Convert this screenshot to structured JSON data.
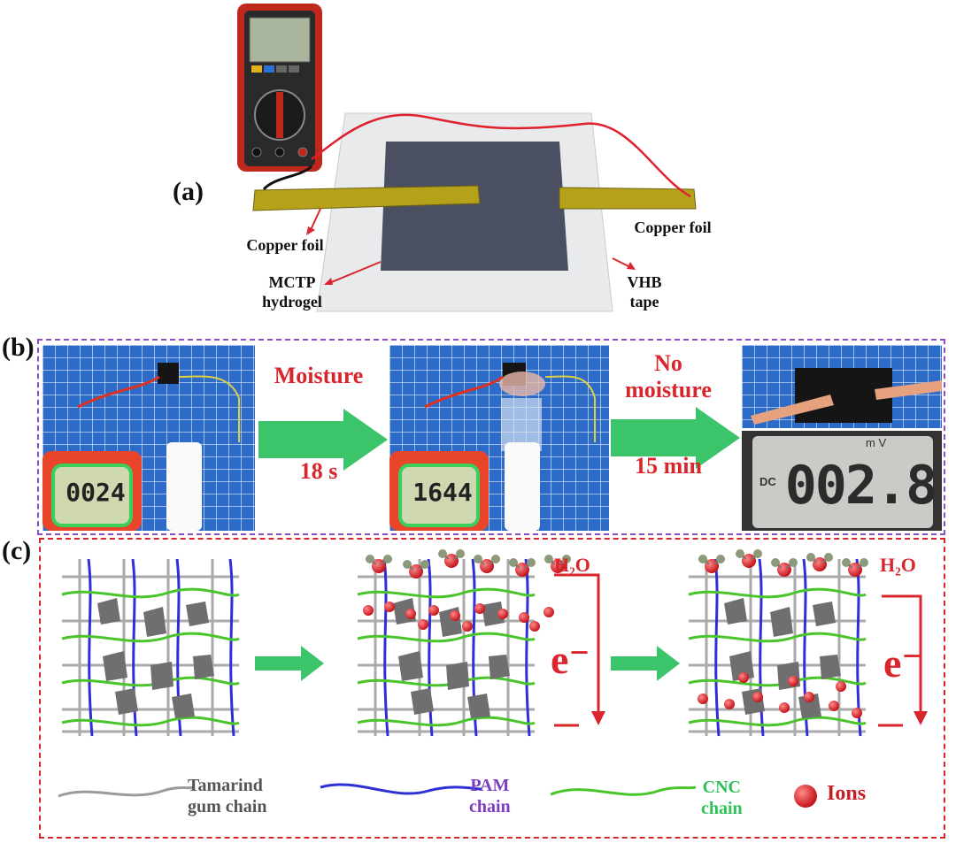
{
  "panel_a": {
    "letter": "(a)",
    "copper_foil_left": "Copper foil",
    "copper_foil_right": "Copper foil",
    "mctp_line1": "MCTP",
    "mctp_line2": "hydrogel",
    "vhb_line1": "VHB",
    "vhb_line2": "tape"
  },
  "panel_b": {
    "letter": "(b)",
    "arrow1_top": "Moisture",
    "arrow1_bottom": "18 s",
    "arrow2_top_line1": "No",
    "arrow2_top_line2": "moisture",
    "arrow2_bottom": "15 min",
    "reading1": "0024",
    "reading2": "1644",
    "reading3": "002.8",
    "lcd_unit": "m V",
    "lcd_mode": "DC"
  },
  "panel_c": {
    "letter": "(c)",
    "h2o_1": "H₂O",
    "h2o_2": "H₂O",
    "electron_1": "e⁻",
    "electron_2": "e⁻",
    "legend": {
      "tamarind_line1": "Tamarind",
      "tamarind_line2": "gum chain",
      "pam_line1": "PAM",
      "pam_line2": "chain",
      "cnc_line1": "CNC",
      "cnc_line2": "chain",
      "ions": "Ions"
    }
  },
  "colors": {
    "red": "#d9262c",
    "green_arrow": "#3cc46a",
    "pam_blue": "#2f2fd6",
    "cnc_green": "#49c42a",
    "tamarind_gray": "#9a9a9a",
    "panel_b_border": "#8a4fc7",
    "panel_c_border": "#d9262c"
  }
}
